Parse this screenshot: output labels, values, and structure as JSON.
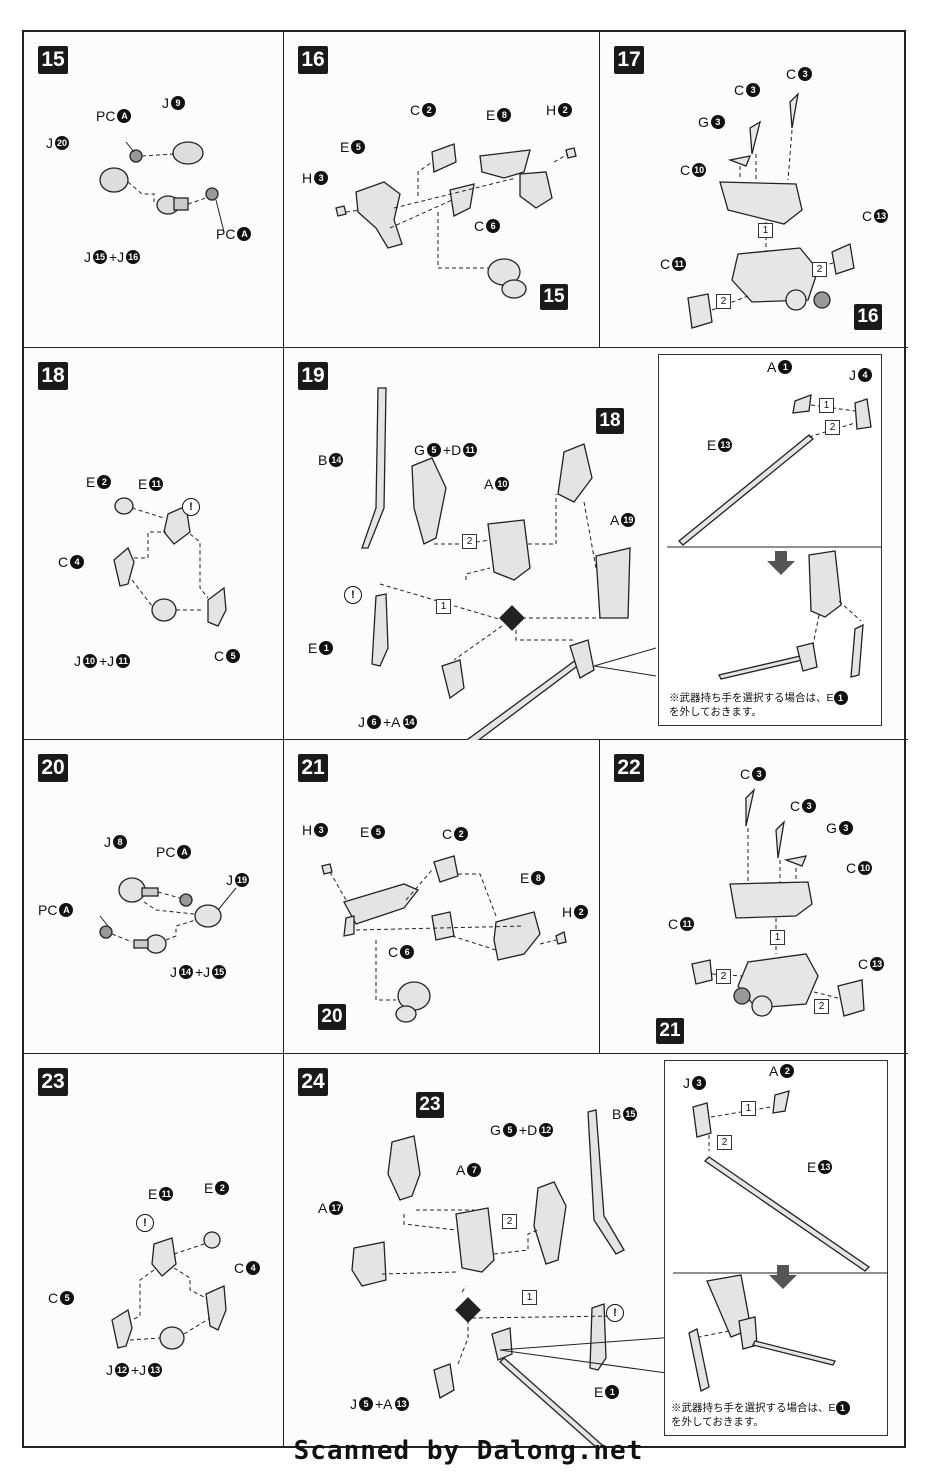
{
  "steps": {
    "s15": {
      "num": "15",
      "pcA1": "PC",
      "pcA2": "PC",
      "j9": "J",
      "j20": "J",
      "j15j16_a": "J",
      "j15j16_plus": "+J"
    },
    "s16": {
      "num": "16",
      "c2": "C",
      "e8": "E",
      "h2": "H",
      "e5": "E",
      "h3": "H",
      "c6": "C",
      "ref15": "15"
    },
    "s17": {
      "num": "17",
      "c3a": "C",
      "c3b": "C",
      "g3": "G",
      "c10": "C",
      "c13": "C",
      "c11": "C",
      "ref16": "16",
      "step1": "1",
      "step2a": "2",
      "step2b": "2"
    },
    "s18": {
      "num": "18",
      "e2": "E",
      "e11": "E",
      "c4": "C",
      "c5": "C",
      "j10": "J",
      "j11": "+J"
    },
    "s19": {
      "num": "19",
      "b14": "B",
      "g5d11_a": "G",
      "g5d11_plus": "+D",
      "a10": "A",
      "ref18": "18",
      "a19": "A",
      "e1": "E",
      "j6a14_a": "J",
      "j6a14_plus": "+A",
      "step1": "1",
      "step2": "2",
      "inset": {
        "a1": "A",
        "j4": "J",
        "e13": "E",
        "step1": "1",
        "step2": "2",
        "note_line1": "※武器持ち手を選択する場合は、E",
        "note_line2": "を外しておきます。"
      }
    },
    "s20": {
      "num": "20",
      "j8": "J",
      "pcA1": "PC",
      "j19": "J",
      "pcA2": "PC",
      "j14j15_a": "J",
      "j14j15_plus": "+J"
    },
    "s21": {
      "num": "21",
      "h3": "H",
      "e5": "E",
      "c2": "C",
      "e8": "E",
      "h2": "H",
      "c6": "C",
      "ref20": "20"
    },
    "s22": {
      "num": "22",
      "c3a": "C",
      "c3b": "C",
      "g3": "G",
      "c10": "C",
      "c11": "C",
      "c13": "C",
      "ref21": "21",
      "step1": "1",
      "step2a": "2",
      "step2b": "2"
    },
    "s23": {
      "num": "23",
      "e11": "E",
      "e2": "E",
      "c4": "C",
      "c5": "C",
      "j12": "J",
      "j13": "+J"
    },
    "s24": {
      "num": "24",
      "ref23": "23",
      "g5d12_a": "G",
      "g5d12_plus": "+D",
      "b15": "B",
      "a7": "A",
      "a17": "A",
      "e1": "E",
      "j5a13_a": "J",
      "j5a13_plus": "+A",
      "step1": "1",
      "step2": "2",
      "inset": {
        "j3": "J",
        "a2": "A",
        "e13": "E",
        "step1": "1",
        "step2": "2",
        "note_line1": "※武器持ち手を選択する場合は、E",
        "note_line2": "を外しておきます。"
      }
    }
  },
  "badges": {
    "A": "A",
    "n1": "1",
    "n2": "2",
    "n3": "3",
    "n4": "4",
    "n5": "5",
    "n6": "6",
    "n7": "7",
    "n8": "8",
    "n9": "9",
    "n10": "10",
    "n11": "11",
    "n12": "12",
    "n13": "13",
    "n14": "14",
    "n15": "15",
    "n16": "16",
    "n17": "17",
    "n19": "19",
    "n20": "20",
    "warn": "!"
  },
  "footer": "Scanned by Dalong.net"
}
